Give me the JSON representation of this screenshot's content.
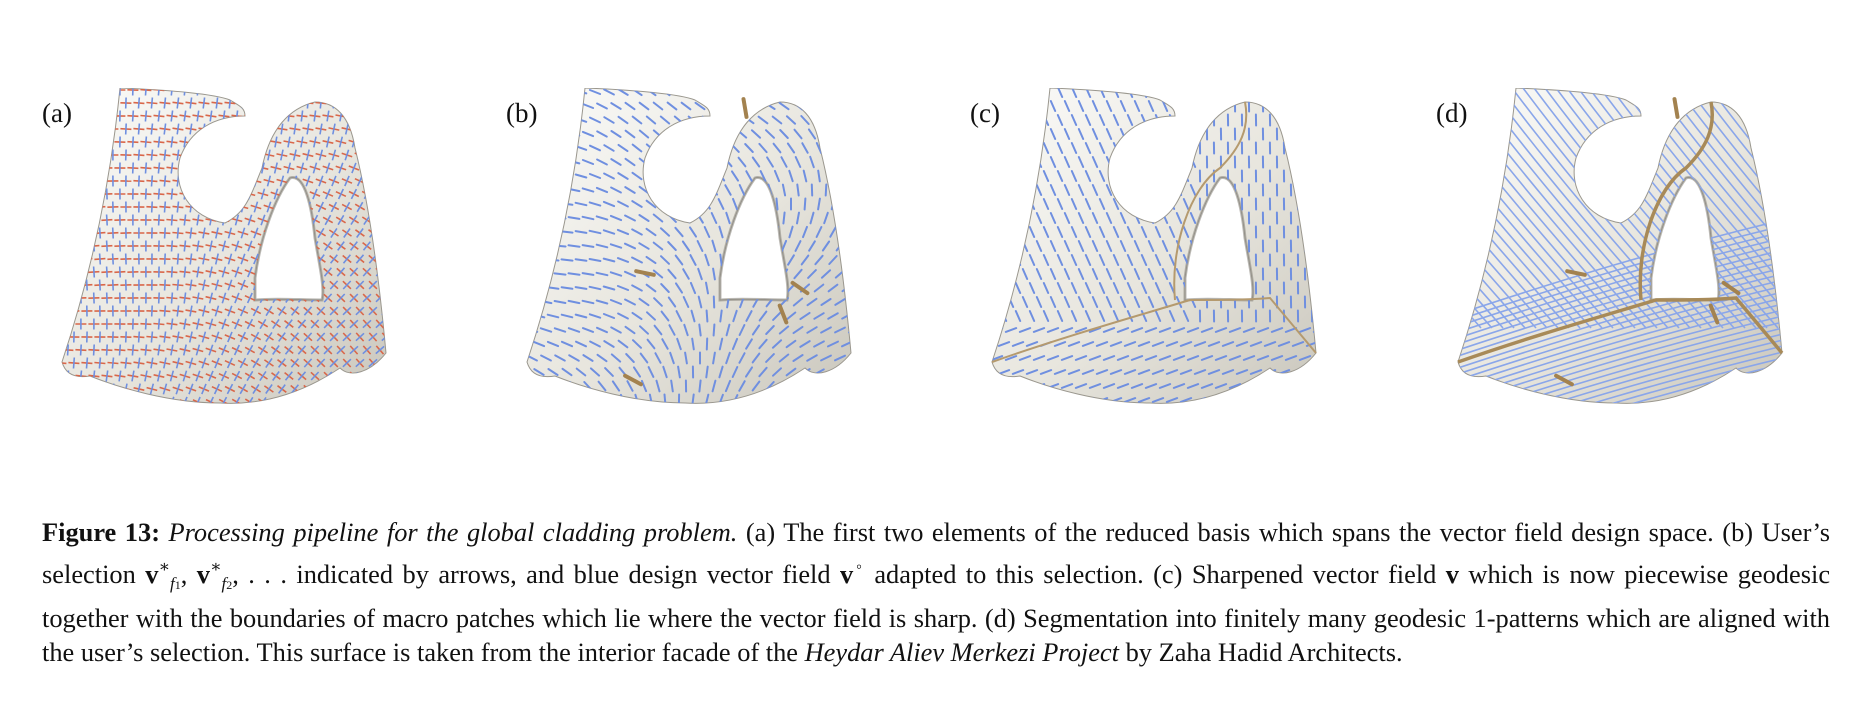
{
  "panels": [
    {
      "label": "(a)",
      "field": "cross",
      "colors": {
        "primary": "#6f8fe0",
        "secondary": "#d9674a"
      }
    },
    {
      "label": "(b)",
      "field": "design",
      "colors": {
        "primary": "#6f8fe0"
      }
    },
    {
      "label": "(c)",
      "field": "sharpened",
      "colors": {
        "primary": "#6f8fe0",
        "boundary": "#b59a6e"
      }
    },
    {
      "label": "(d)",
      "field": "geodesic-patterns",
      "colors": {
        "primary": "#8aa6ea",
        "boundary": "#a88a58"
      }
    }
  ],
  "caption": {
    "figure_label": "Figure 13:",
    "title": "Processing pipeline for the global cladding problem.",
    "part1": " (a) The first two elements of the reduced basis which spans the vector field design space. (b) User’s selection ",
    "v1": "v",
    "sup1": "∗",
    "sub1": "f",
    "subsub1": "1",
    "comma": ", ",
    "v2": "v",
    "sup2": "∗",
    "sub2": "f",
    "subsub2": "2",
    "ellipsis": ", . . . ",
    "part2": " indicated by arrows, and blue design vector field ",
    "v_design": "v",
    "circ": "◦",
    "part3": " adapted to this selection. (c) Sharpened vector field ",
    "v_sharp": "v",
    "part4": " which is now piecewise geodesic together with the boundaries of macro patches which lie where the vector field is sharp. (d) Segmentation into finitely many geodesic 1-patterns which are aligned with the user’s selection. This surface is taken from the interior facade of the ",
    "project": "Heydar Aliev Merkezi Project",
    "part5": " by Zaha Hadid Architects."
  }
}
